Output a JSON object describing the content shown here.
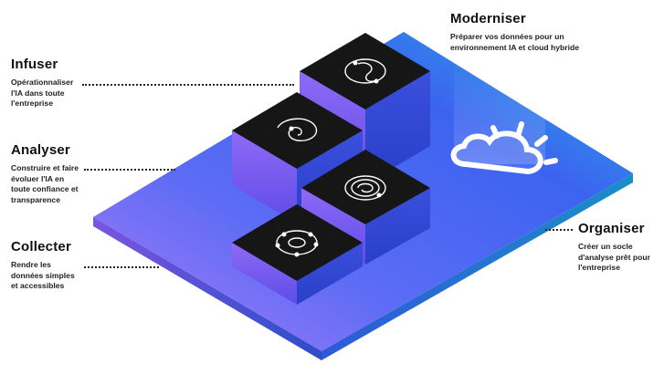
{
  "labels": {
    "infuser": {
      "title": "Infuser",
      "desc": "Opérationnaliser\nl'IA dans toute\nl'entreprise"
    },
    "analyser": {
      "title": "Analyser",
      "desc": "Construire et faire\névoluer l'IA en\ntoute confiance et\ntransparence"
    },
    "collecter": {
      "title": "Collecter",
      "desc": "Rendre les\ndonnées simples\net accessibles"
    },
    "moderniser": {
      "title": "Moderniser",
      "desc": "Préparer vos données pour un\nenvironnement IA et cloud hybride"
    },
    "organiser": {
      "title": "Organiser",
      "desc": "Créer un socle\nd'analyse prêt pour\nl'entreprise"
    }
  },
  "colors": {
    "platform_left": "#a070f5",
    "platform_mid": "#4a5af0",
    "platform_right": "#1ab0e0",
    "block_top": "#161616",
    "block_side": "#6b4fe8",
    "cloud_white": "#ffffff"
  },
  "icons": [
    "infuser-icon",
    "analyser-icon",
    "collecter-icon",
    "organiser-icon",
    "cloud-icon"
  ]
}
